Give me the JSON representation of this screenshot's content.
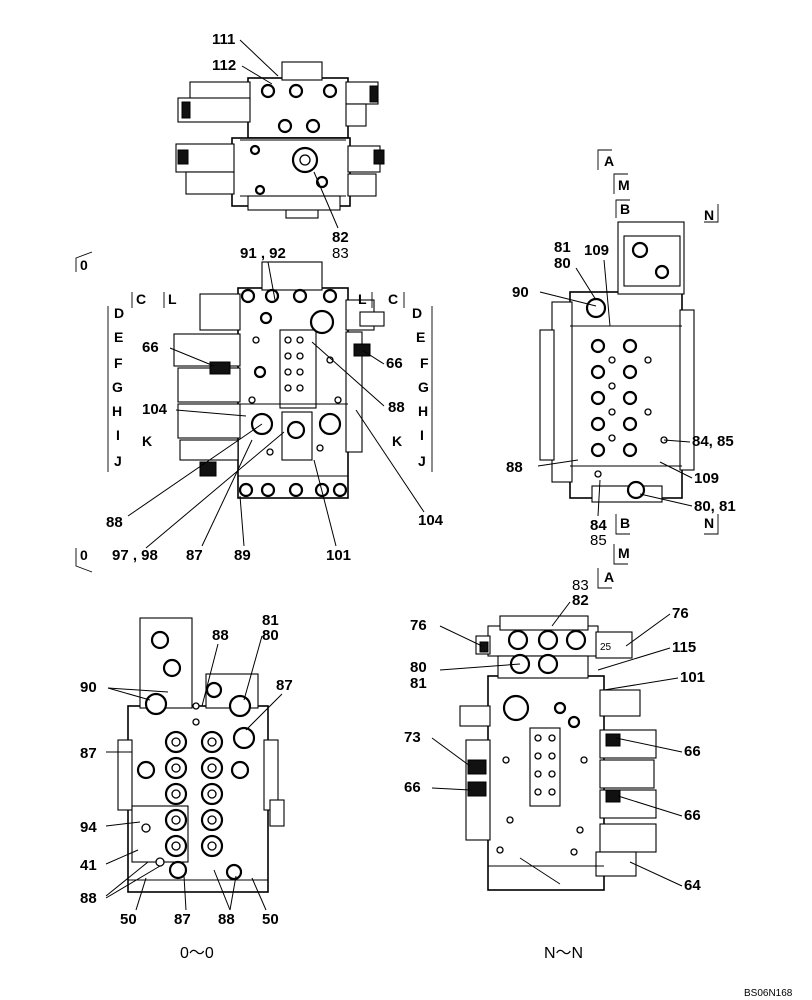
{
  "figure_code": "BS06N168",
  "captions": {
    "view_o": "0～0",
    "view_n": "N～N"
  },
  "top_view": {
    "labels": [
      "111",
      "112",
      "82",
      "83"
    ]
  },
  "front_view": {
    "labels": [
      "91 , 92",
      "66",
      "66",
      "104",
      "88",
      "88",
      "97 , 98",
      "87",
      "89",
      "101",
      "104"
    ],
    "section_markers": [
      "0",
      "0",
      "C",
      "L",
      "L",
      "C",
      "D",
      "D",
      "E",
      "E",
      "F",
      "F",
      "G",
      "G",
      "H",
      "H",
      "I",
      "I",
      "J",
      "J",
      "K",
      "K"
    ]
  },
  "side_view": {
    "labels": [
      "81",
      "80",
      "109",
      "90",
      "88",
      "84, 85",
      "109",
      "80, 81",
      "84",
      "85"
    ],
    "section_markers": [
      "A",
      "M",
      "B",
      "N",
      "B",
      "N",
      "M",
      "A"
    ]
  },
  "view_o_labels": [
    "81",
    "80",
    "88",
    "90",
    "87",
    "87",
    "94",
    "41",
    "88",
    "50",
    "87",
    "88",
    "50"
  ],
  "view_n_labels": [
    "83",
    "82",
    "76",
    "76",
    "115",
    "80",
    "81",
    "101",
    "73",
    "66",
    "66",
    "66",
    "64"
  ]
}
